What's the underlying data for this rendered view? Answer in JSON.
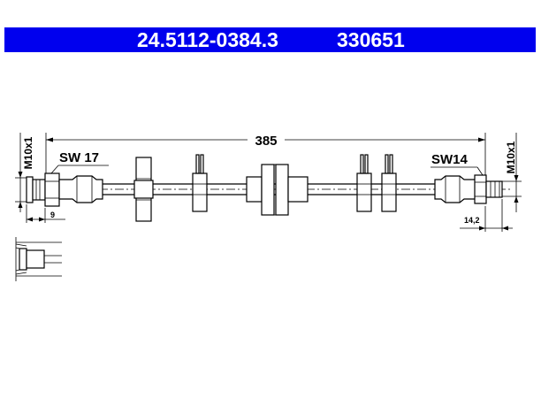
{
  "header": {
    "part_number": "24.5112-0384.3",
    "ref_number": "330651",
    "background_color": "#0000ee",
    "text_color": "#ffffff"
  },
  "drawing": {
    "total_length": "385",
    "left_wrench": "SW 17",
    "right_wrench": "SW14",
    "left_thread": "M10x1",
    "right_thread": "M10x1",
    "left_dim": "9",
    "right_dim": "14,2"
  }
}
